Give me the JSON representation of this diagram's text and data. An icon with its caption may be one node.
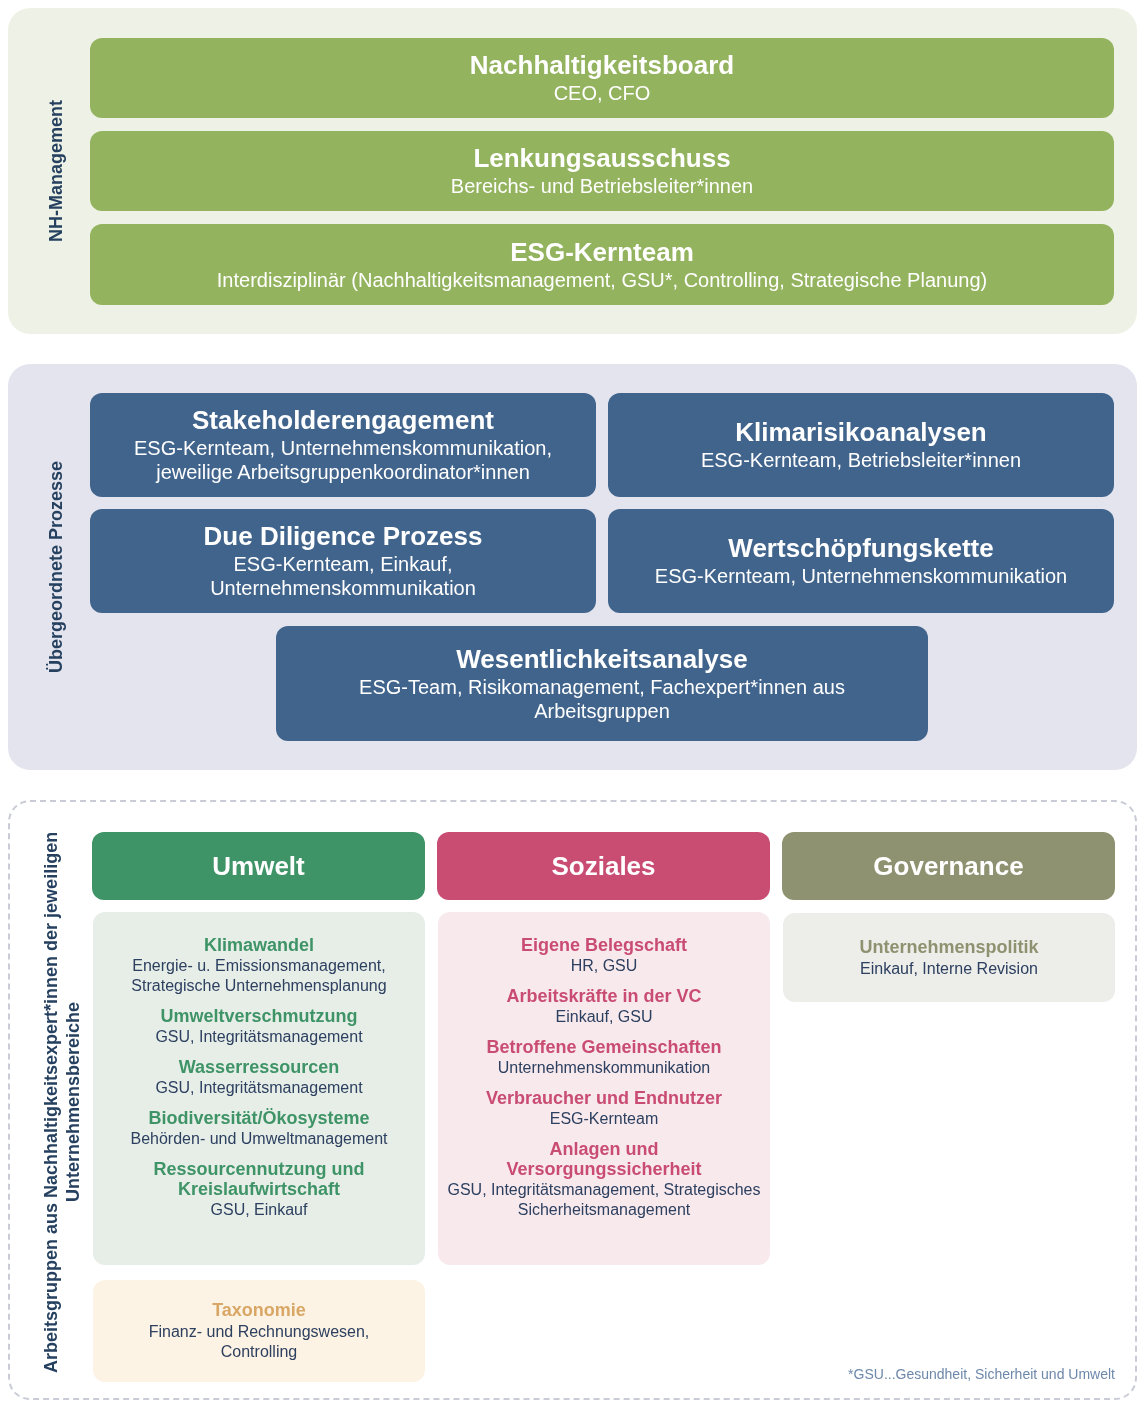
{
  "diagram": {
    "nodes": [
      {
        "text": [
          "NH-Management"
        ]
      },
      {
        "text": [
          "Nachhaltigkeitsboard",
          "CEO, CFO"
        ],
        "in": 0
      },
      {
        "text": [
          "Lenkungsausschuss",
          "Bereichs- und Betriebsleiter*innen"
        ],
        "in": 0
      },
      {
        "text": [
          "ESG-Kernteam",
          "Interdisziplinär (Nachhaltigkeitsmanagement, GSU*, Controlling, Strategische Planung)"
        ],
        "in": 0
      },
      {
        "text": [
          "Übergeordnete Prozesse"
        ]
      },
      {
        "text": [
          "Stakeholderengagement",
          "ESG-Kernteam, Unternehmenskommunikation, jeweilige Arbeitsgruppenkoordinator*innen"
        ],
        "in": 4
      },
      {
        "text": [
          "Klimarisikoanalysen",
          "ESG-Kernteam, Betriebsleiter*innen"
        ],
        "in": 4
      },
      {
        "text": [
          "Due Diligence Prozess",
          "ESG-Kernteam, Einkauf, Unternehmenskommunikation"
        ],
        "in": 4
      },
      {
        "text": [
          "Wertschöpfungskette",
          "ESG-Kernteam, Unternehmenskommunikation"
        ],
        "in": 4
      },
      {
        "text": [
          "Wesentlichkeitsanalyse",
          "ESG-Team, Risikomanagement, Fachexpert*innen aus Arbeitsgruppen"
        ],
        "in": 4
      },
      {
        "text": [
          "Arbeitsgruppen aus Nachhaltigkeitsexpert*innen der jeweiligen Unternehmensbereiche"
        ]
      },
      {
        "text": [
          "Umwelt"
        ],
        "in": 10
      },
      {
        "text": [
          "Soziales"
        ],
        "in": 10
      },
      {
        "text": [
          "Governance"
        ],
        "in": 10
      },
      {
        "text": [
          "Klimawandel",
          "Energie- u. Emissionsmanagement, Strategische Unternehmensplanung",
          "Umweltverschmutzung",
          "GSU, Integritätsmanagement",
          "Wasserressourcen",
          "GSU, Integritätsmanagement",
          "Biodiversität/Ökosysteme",
          "Behörden- und Umweltmanagement",
          "Ressourcennutzung und Kreislaufwirtschaft",
          "GSU, Einkauf"
        ],
        "in": 10
      },
      {
        "text": [
          "Eigene Belegschaft",
          "HR, GSU",
          "Arbeitskräfte in der VC",
          "Einkauf, GSU",
          "Betroffene Gemeinschaften",
          "Unternehmenskommunikation",
          "Verbraucher und Endnutzer",
          "ESG-Kernteam",
          "Anlagen und Versorgungssicherheit",
          "GSU, Integritätsmanagement, Strategisches Sicherheitsmanagement"
        ],
        "in": 10
      },
      {
        "text": [
          "Unternehmenspolitik",
          "Einkauf, Interne Revision"
        ],
        "in": 10
      },
      {
        "text": [
          "Taxonomie",
          "Finanz- und Rechnungswesen, Controlling"
        ],
        "in": 10
      }
    ],
    "edges": [],
    "labels": [
      "*GSU...Gesundheit, Sicherheit und Umwelt"
    ]
  }
}
